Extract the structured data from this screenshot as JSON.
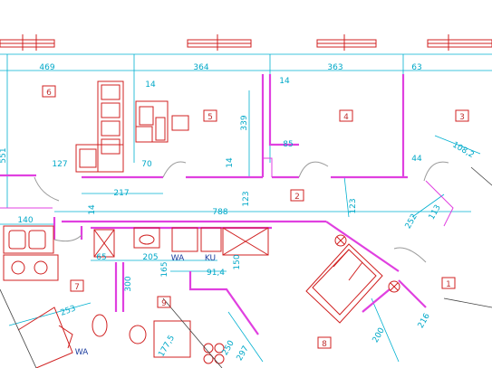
{
  "rooms": [
    {
      "id": "room-6",
      "number": "6"
    },
    {
      "id": "room-5",
      "number": "5"
    },
    {
      "id": "room-4",
      "number": "4"
    },
    {
      "id": "room-3",
      "number": "3"
    },
    {
      "id": "room-2",
      "number": "2"
    },
    {
      "id": "room-1",
      "number": "1"
    },
    {
      "id": "room-7",
      "number": "7"
    },
    {
      "id": "room-9",
      "number": "9"
    },
    {
      "id": "room-8",
      "number": "8"
    }
  ],
  "dimensions": [
    "469",
    "364",
    "363",
    "63",
    "14",
    "14",
    "339",
    "85",
    "551",
    "127",
    "70",
    "217",
    "14",
    "123",
    "14",
    "788",
    "123",
    "44",
    "108,2",
    "252",
    "113",
    "140",
    "65",
    "205",
    "165",
    "91,4",
    "150",
    "300",
    "253",
    "177,5",
    "200",
    "216",
    "250",
    "297"
  ],
  "fixture_labels": [
    "WA",
    "KU",
    "WA"
  ],
  "colors": {
    "walls": "#e040e0",
    "dimensions": "#00a8c8",
    "furniture": "#d02020",
    "room_tags": "#c03030"
  }
}
